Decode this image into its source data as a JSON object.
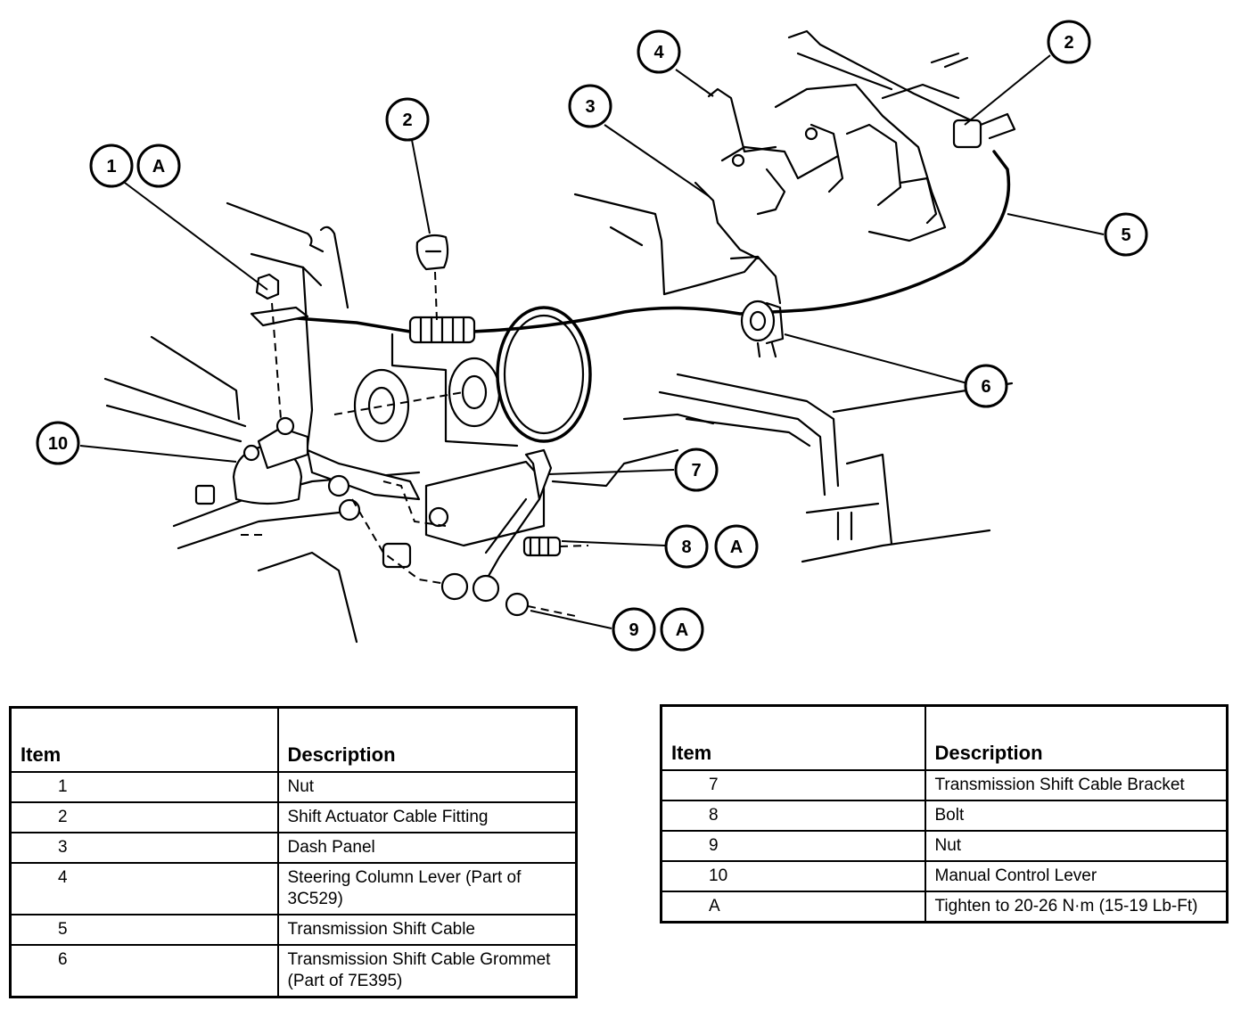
{
  "callouts": [
    {
      "label": "1"
    },
    {
      "label": "A"
    },
    {
      "label": "2"
    },
    {
      "label": "3"
    },
    {
      "label": "4"
    },
    {
      "label": "2"
    },
    {
      "label": "5"
    },
    {
      "label": "6"
    },
    {
      "label": "7"
    },
    {
      "label": "8"
    },
    {
      "label": "A"
    },
    {
      "label": "9"
    },
    {
      "label": "A"
    },
    {
      "label": "10"
    }
  ],
  "legend": {
    "header_item": "Item",
    "header_description": "Description",
    "left_rows": [
      {
        "item": "1",
        "description": "Nut"
      },
      {
        "item": "2",
        "description": "Shift Actuator Cable Fitting"
      },
      {
        "item": "3",
        "description": "Dash Panel"
      },
      {
        "item": "4",
        "description": "Steering Column Lever (Part of 3C529)"
      },
      {
        "item": "5",
        "description": "Transmission Shift Cable"
      },
      {
        "item": "6",
        "description": "Transmission Shift Cable Grommet (Part of 7E395)"
      }
    ],
    "right_rows": [
      {
        "item": "7",
        "description": "Transmission Shift Cable Bracket"
      },
      {
        "item": "8",
        "description": "Bolt"
      },
      {
        "item": "9",
        "description": "Nut"
      },
      {
        "item": "10",
        "description": "Manual Control Lever"
      },
      {
        "item": "A",
        "description": "Tighten to 20-26 N·m (15-19 Lb-Ft)"
      }
    ]
  }
}
